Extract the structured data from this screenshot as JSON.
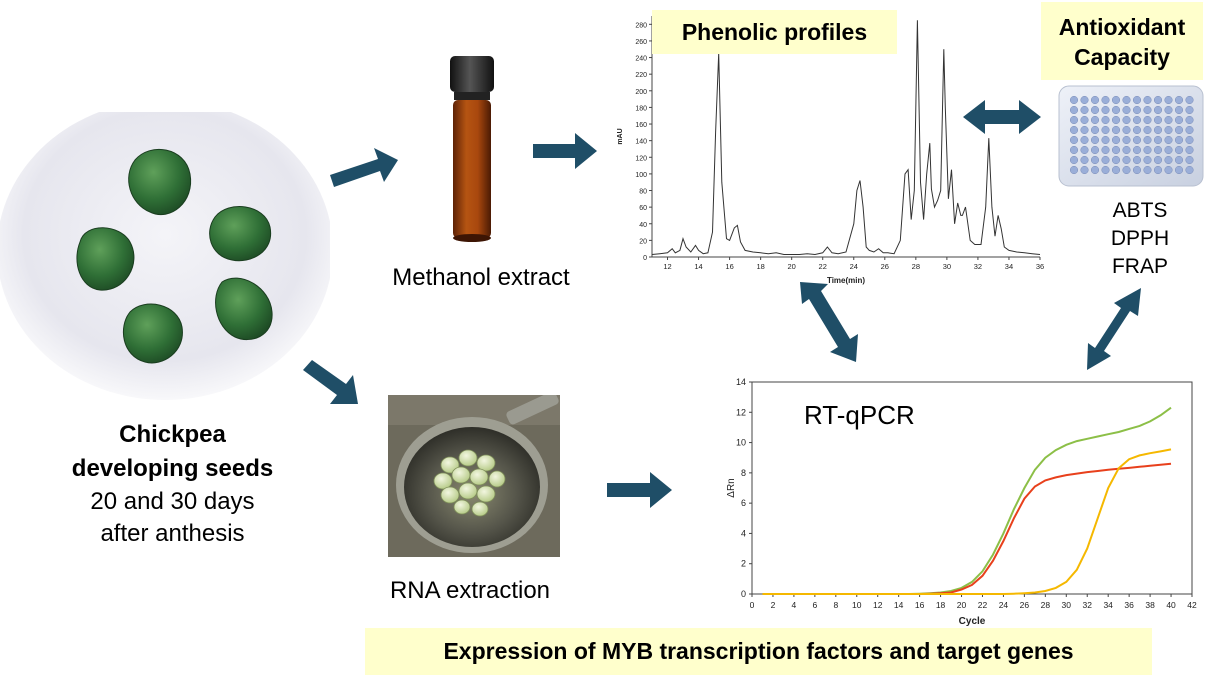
{
  "seeds": {
    "title_line1": "Chickpea",
    "title_line2": "developing seeds",
    "sub_line1": "20 and 30 days",
    "sub_line2": "after anthesis"
  },
  "methanol_label": "Methanol extract",
  "rna_label": "RNA extraction",
  "phenolic_title": "Phenolic profiles",
  "antioxidant": {
    "line1": "Antioxidant",
    "line2": "Capacity"
  },
  "assays": [
    "ABTS",
    "DPPH",
    "FRAP"
  ],
  "rtqpcr_title": "RT-qPCR",
  "expression_title": "Expression of MYB transcription factors and target genes",
  "colors": {
    "arrow": "#1f4e67",
    "highlight": "#ffffcc",
    "amber": "#a9480e",
    "curve_green": "#8cbf47",
    "curve_red": "#e8401c",
    "curve_yellow": "#f5b800"
  },
  "chart_data": [
    {
      "type": "line",
      "xlabel": "Time(min)",
      "ylabel": "mAU",
      "xlim": [
        11,
        36
      ],
      "ylim": [
        0,
        290
      ],
      "xticks": [
        12,
        14,
        16,
        18,
        20,
        22,
        24,
        26,
        28,
        30,
        32,
        34,
        36
      ],
      "yticks": [
        0,
        20,
        40,
        60,
        80,
        100,
        120,
        140,
        160,
        180,
        200,
        220,
        240,
        260,
        280
      ],
      "series": [
        {
          "x": [
            11.0,
            11.5,
            12.0,
            12.3,
            12.5,
            12.8,
            13.0,
            13.2,
            13.5,
            13.8,
            14.0,
            14.3,
            14.6,
            14.9,
            15.1,
            15.3,
            15.5,
            15.8,
            16.0,
            16.3,
            16.5,
            16.7,
            17.0,
            17.5,
            18.0,
            18.5,
            19.0,
            19.5,
            20.0,
            20.5,
            21.0,
            21.5,
            22.0,
            22.3,
            22.6,
            23.0,
            23.5,
            24.0,
            24.2,
            24.4,
            24.6,
            24.8,
            25.0,
            25.3,
            25.6,
            25.9,
            26.2,
            26.6,
            27.0,
            27.3,
            27.5,
            27.7,
            27.9,
            28.1,
            28.3,
            28.5,
            28.7,
            28.9,
            29.0,
            29.2,
            29.4,
            29.6,
            29.8,
            29.9,
            30.1,
            30.3,
            30.5,
            30.7,
            30.9,
            31.0,
            31.2,
            31.5,
            31.8,
            32.2,
            32.5,
            32.7,
            32.9,
            33.1,
            33.3,
            33.5,
            33.7,
            34.0,
            34.5,
            35.0,
            35.5,
            36.0
          ],
          "y": [
            3,
            4,
            5,
            10,
            5,
            8,
            22,
            12,
            6,
            14,
            8,
            4,
            5,
            30,
            150,
            245,
            90,
            22,
            20,
            35,
            38,
            18,
            8,
            6,
            5,
            4,
            5,
            3,
            3,
            3,
            4,
            3,
            5,
            12,
            5,
            4,
            6,
            40,
            80,
            92,
            60,
            12,
            8,
            6,
            10,
            5,
            5,
            4,
            20,
            100,
            105,
            45,
            80,
            285,
            90,
            45,
            100,
            137,
            82,
            60,
            68,
            80,
            250,
            180,
            70,
            105,
            40,
            65,
            50,
            50,
            60,
            20,
            15,
            15,
            60,
            143,
            60,
            25,
            50,
            34,
            12,
            8,
            6,
            5,
            4,
            3
          ]
        }
      ]
    },
    {
      "type": "line",
      "title": "RT-qPCR",
      "xlabel": "Cycle",
      "ylabel": "ΔRn",
      "xlim": [
        0,
        42
      ],
      "ylim": [
        0,
        14
      ],
      "xticks": [
        0,
        2,
        4,
        6,
        8,
        10,
        12,
        14,
        16,
        18,
        20,
        22,
        24,
        26,
        28,
        30,
        32,
        34,
        36,
        38,
        40,
        42
      ],
      "yticks": [
        0,
        2,
        4,
        6,
        8,
        10,
        12,
        14
      ],
      "x": [
        1,
        2,
        3,
        4,
        5,
        6,
        7,
        8,
        9,
        10,
        11,
        12,
        13,
        14,
        15,
        16,
        17,
        18,
        19,
        20,
        21,
        22,
        23,
        24,
        25,
        26,
        27,
        28,
        29,
        30,
        31,
        32,
        33,
        34,
        35,
        36,
        37,
        38,
        39,
        40
      ],
      "series": [
        {
          "color": "#8cbf47",
          "values": [
            0,
            0,
            0,
            0,
            0,
            0,
            0,
            0,
            0,
            0,
            0,
            0,
            0,
            0,
            0,
            0.02,
            0.05,
            0.1,
            0.2,
            0.4,
            0.8,
            1.5,
            2.6,
            4.0,
            5.6,
            7.0,
            8.2,
            9.0,
            9.5,
            9.85,
            10.1,
            10.25,
            10.4,
            10.55,
            10.7,
            10.9,
            11.1,
            11.4,
            11.8,
            12.3
          ]
        },
        {
          "color": "#e8401c",
          "values": [
            0,
            0,
            0,
            0,
            0,
            0,
            0,
            0,
            0,
            0,
            0,
            0,
            0,
            0,
            0,
            0,
            0.02,
            0.05,
            0.1,
            0.3,
            0.6,
            1.2,
            2.2,
            3.5,
            5.0,
            6.3,
            7.1,
            7.5,
            7.7,
            7.85,
            7.95,
            8.05,
            8.12,
            8.2,
            8.27,
            8.33,
            8.4,
            8.47,
            8.53,
            8.6
          ]
        },
        {
          "color": "#f5b800",
          "values": [
            0,
            0,
            0,
            0,
            0,
            0,
            0,
            0,
            0,
            0,
            0,
            0,
            0,
            0,
            0,
            0,
            0,
            0,
            0,
            0,
            0,
            0,
            0,
            0,
            0.02,
            0.05,
            0.1,
            0.2,
            0.4,
            0.8,
            1.6,
            3.0,
            5.0,
            7.0,
            8.3,
            8.9,
            9.15,
            9.3,
            9.42,
            9.55
          ]
        }
      ]
    }
  ]
}
